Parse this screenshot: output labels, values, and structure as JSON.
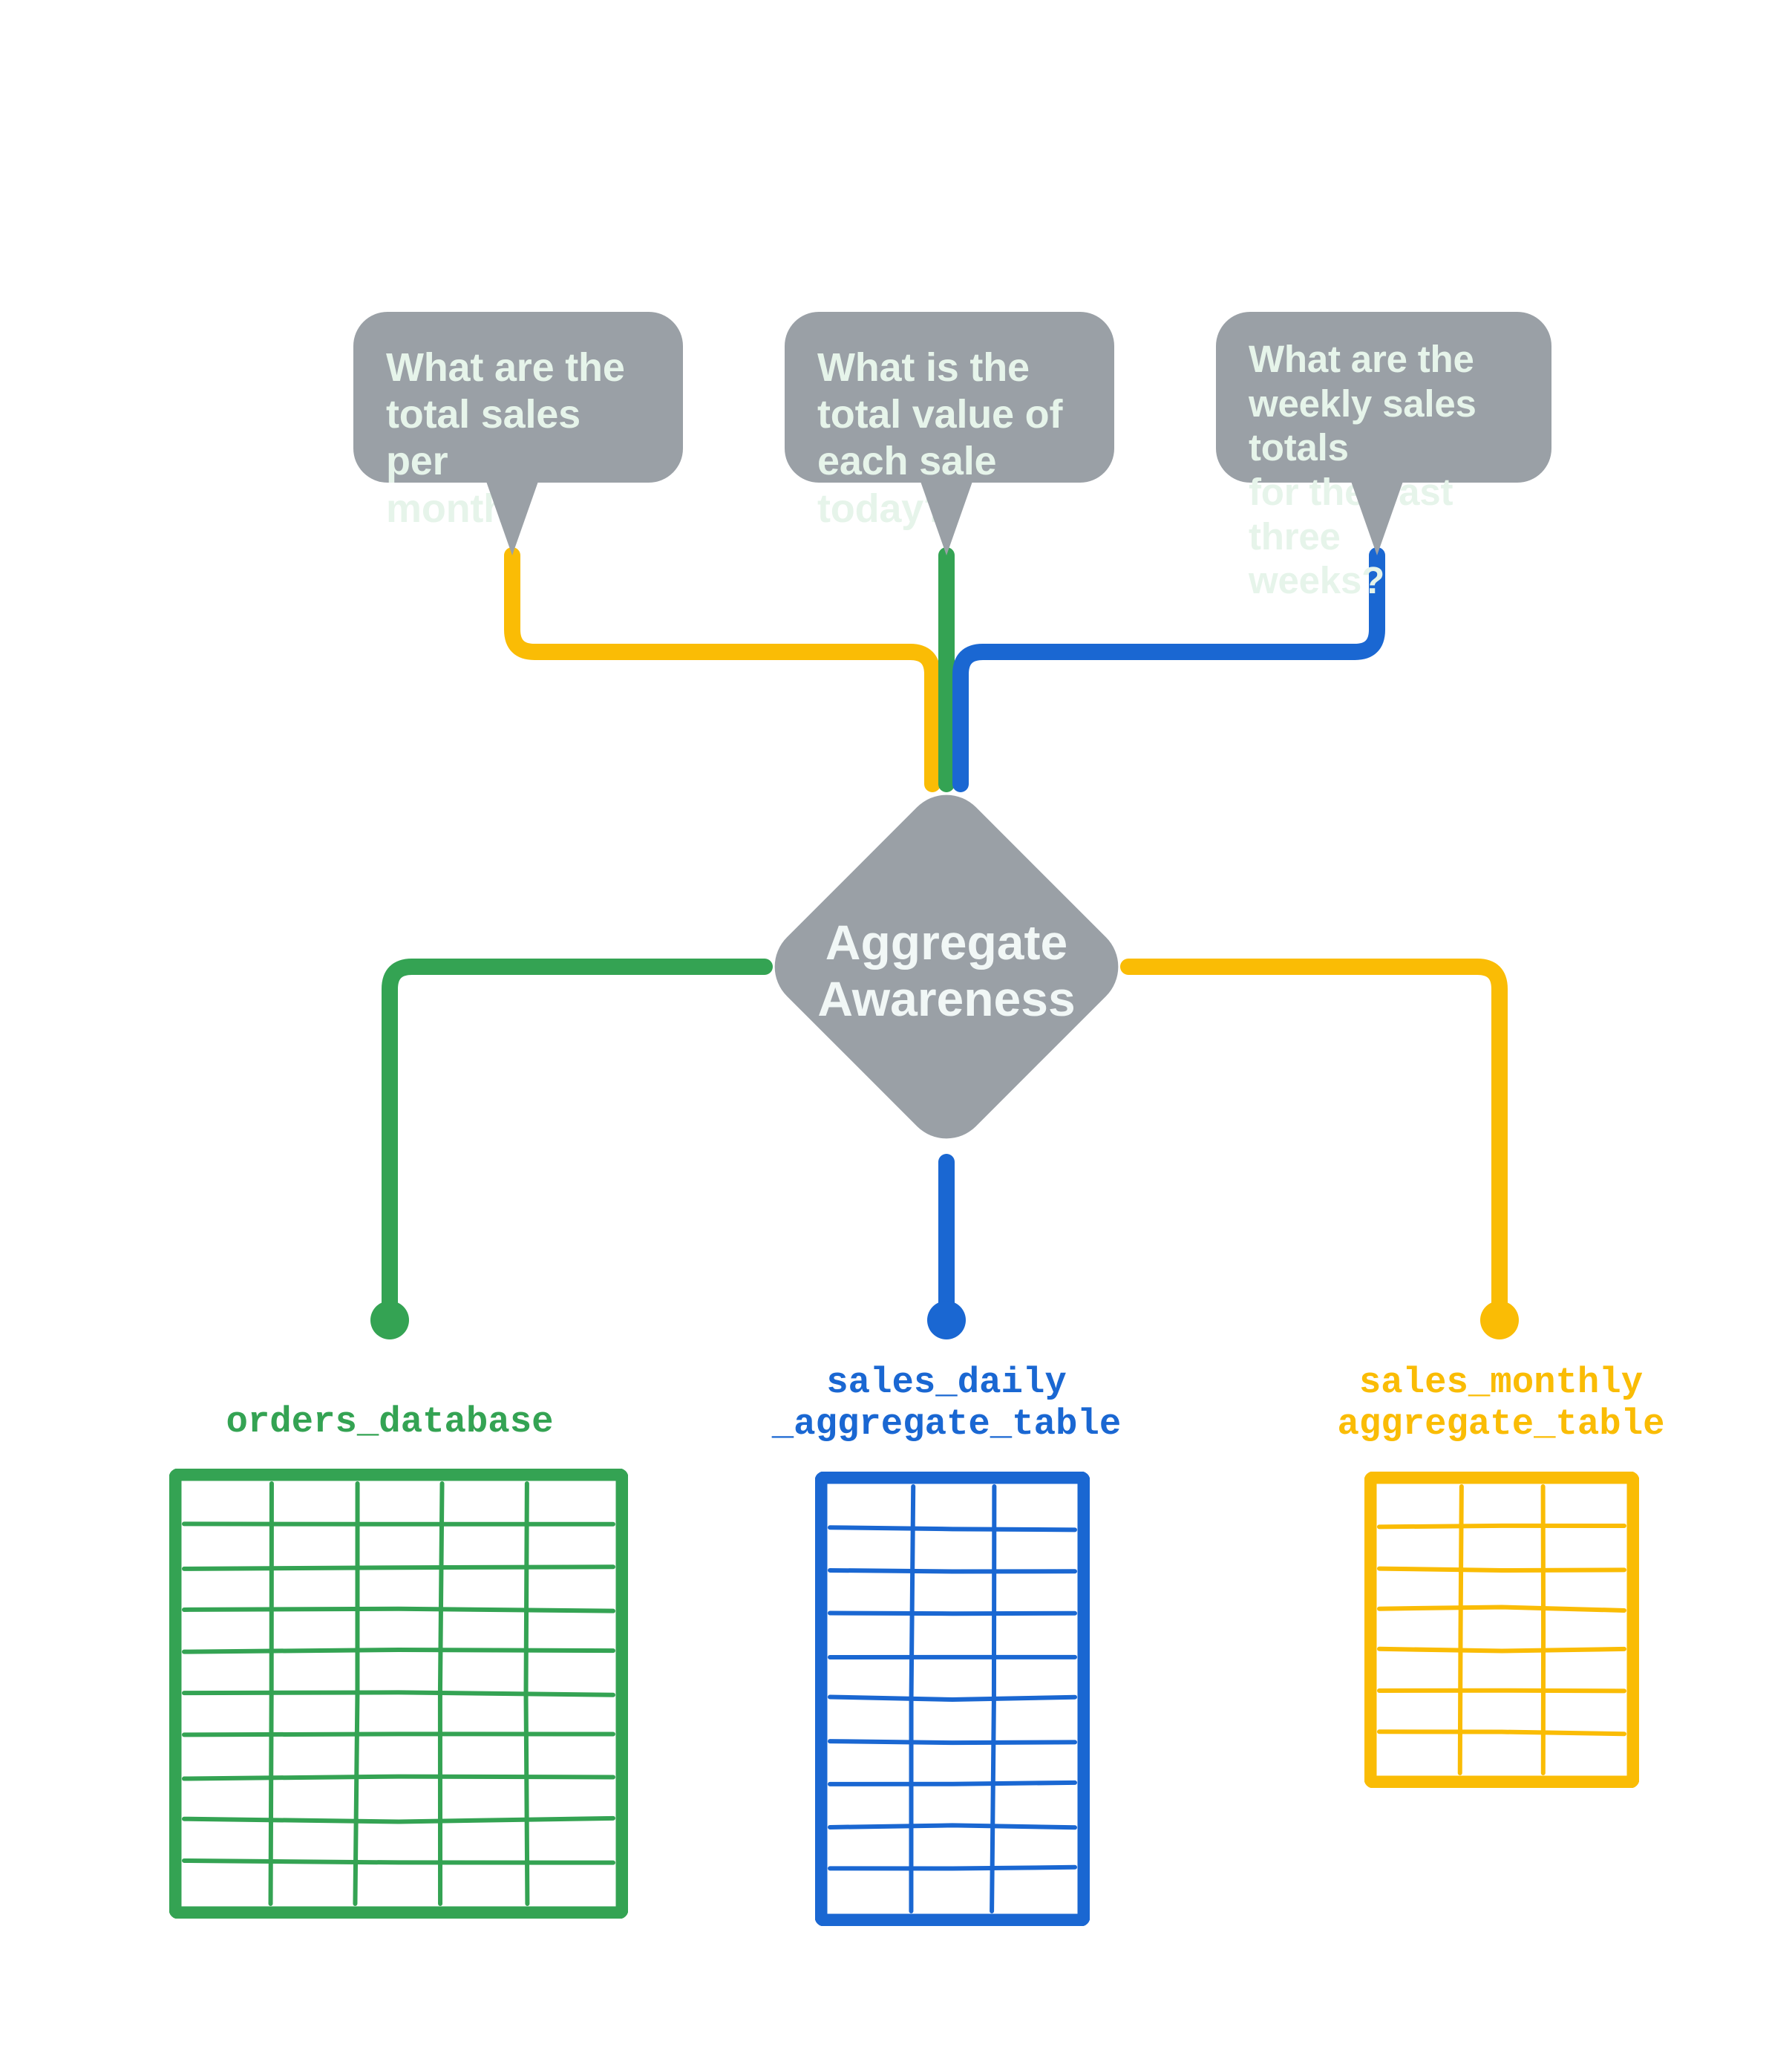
{
  "diagram": {
    "title": "Aggregate Awareness",
    "center_node": {
      "label": "Aggregate\nAwareness",
      "shape": "diamond",
      "fill": "#9AA0A6",
      "text_color": "#F1F7F6"
    },
    "colors": {
      "green": "#34A353",
      "blue": "#1A67D2",
      "yellow": "#FABC05",
      "gray": "#9AA0A6",
      "bubble_text": "#E6F4EA",
      "background": "#FFFFFF"
    },
    "questions": [
      {
        "id": "q-monthly",
        "text": "What are the\ntotal sales per\nmonth?",
        "route_color": "#FABC05",
        "routes_to": "sales_monthly aggregate_table"
      },
      {
        "id": "q-daily",
        "text": "What is the\ntotal value of\neach sale today?",
        "route_color": "#34A353",
        "routes_to": "orders_database"
      },
      {
        "id": "q-weekly",
        "text": "What are the\nweekly sales totals\nfor the past three\nweeks?",
        "route_color": "#1A67D2",
        "routes_to": "sales_daily _aggregate_table"
      }
    ],
    "sources": [
      {
        "id": "orders-database",
        "label": "orders_database",
        "color": "#34A353",
        "columns": 5,
        "rows": 10,
        "connector": "left"
      },
      {
        "id": "sales-daily",
        "label": "sales_daily\n_aggregate_table",
        "color": "#1A67D2",
        "columns": 3,
        "rows": 10,
        "connector": "bottom"
      },
      {
        "id": "sales-monthly",
        "label": "sales_monthly\naggregate_table",
        "color": "#FABC05",
        "columns": 3,
        "rows": 7,
        "connector": "right"
      }
    ]
  }
}
